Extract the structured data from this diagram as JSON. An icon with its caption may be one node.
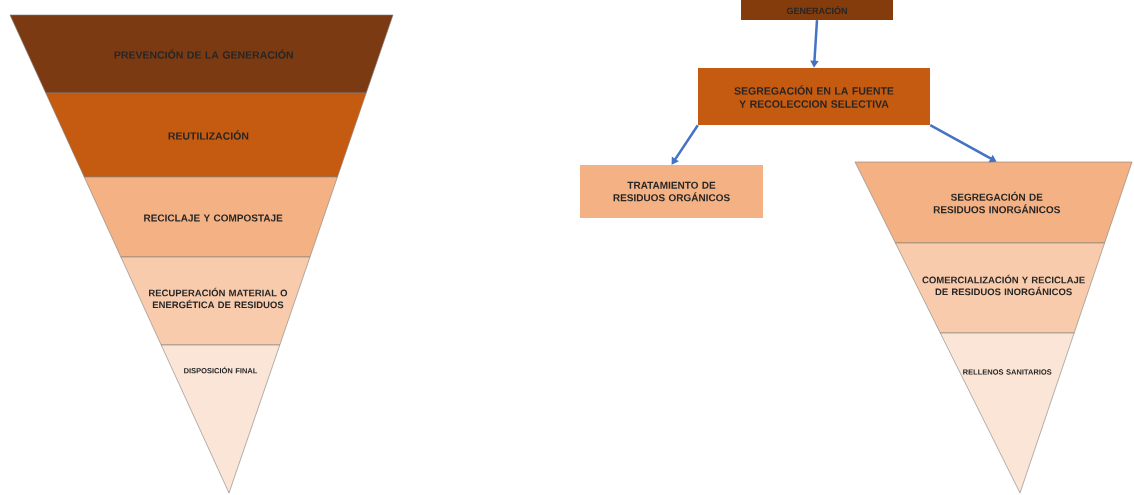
{
  "diagram": {
    "nodes": [
      {
        "text": [
          "PREVENCIÓN DE LA GENERACIÓN"
        ]
      },
      {
        "text": [
          "REUTILIZACIÓN"
        ]
      },
      {
        "text": [
          "RECICLAJE Y COMPOSTAJE"
        ]
      },
      {
        "text": [
          "RECUPERACIÓN MATERIAL O ENERGÉTICA DE RESIDUOS"
        ]
      },
      {
        "text": [
          "DISPOSICIÓN FINAL"
        ]
      },
      {
        "text": [
          "GENERACIÓN"
        ]
      },
      {
        "text": [
          "SEGREGACIÓN EN LA FUENTE Y RECOLECCION SELECTIVA"
        ]
      },
      {
        "text": [
          "TRATAMIENTO DE RESIDUOS ORGÁNICOS"
        ]
      },
      {
        "text": [
          "SEGREGACIÓN DE RESIDUOS INORGÁNICOS"
        ]
      },
      {
        "text": [
          "COMERCIALIZACIÓN Y RECICLAJE DE RESIDUOS INORGÁNICOS"
        ]
      },
      {
        "text": [
          "RELLENOS SANITARIOS"
        ]
      }
    ],
    "edges": [
      {
        "from": 5,
        "to": 6,
        "arrow": "to"
      },
      {
        "from": 6,
        "to": 7,
        "arrow": "to"
      },
      {
        "from": 6,
        "to": 8,
        "arrow": "to"
      }
    ]
  }
}
